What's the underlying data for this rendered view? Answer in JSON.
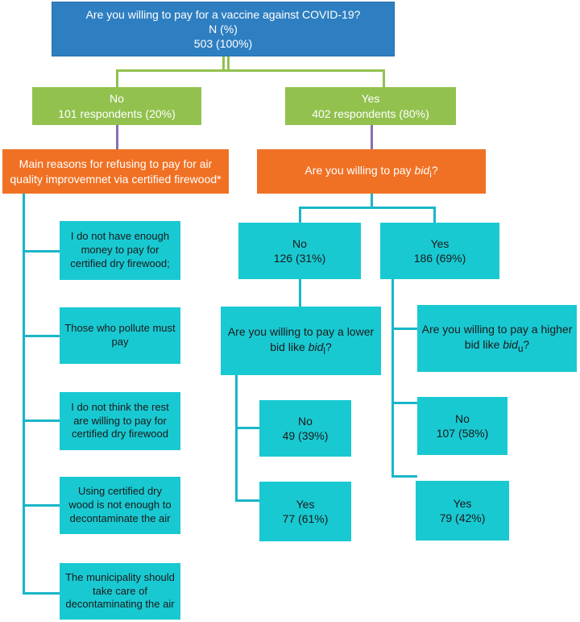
{
  "root": {
    "question": "Are you willing to pay for a vaccine against COVID-19?",
    "unit": "N (%)",
    "total": "503 (100%)"
  },
  "first_level": {
    "no": {
      "label": "No",
      "count": "101 respondents (20%)"
    },
    "yes": {
      "label": "Yes",
      "count": "402 respondents (80%)"
    }
  },
  "reasons": {
    "title_line1": "Main reasons for refusing to pay for air",
    "title_line2": "quality improvemnet via certified firewood*",
    "items": [
      "I do not have enough money to pay for certified dry firewood;",
      "Those who pollute must pay",
      "I do not think the rest are willing to pay for certified dry firewood",
      "Using certified dry wood is not enough to decontaminate the air",
      "The municipality should take care of decontaminating the air"
    ]
  },
  "bid_question": {
    "prefix": "Are you willing to pay ",
    "bid": "bid",
    "sub": "i",
    "suffix": "?"
  },
  "second_level": {
    "no": {
      "label": "No",
      "count": "126 (31%)"
    },
    "yes": {
      "label": "Yes",
      "count": "186 (69%)"
    }
  },
  "lower_question": {
    "line1": "Are you willing to pay a lower",
    "prefix": "bid like ",
    "bid": "bid",
    "sub": "l",
    "suffix": "?"
  },
  "higher_question": {
    "line1": "Are you willing to pay a higher",
    "prefix": "bid like ",
    "bid": "bid",
    "sub": "u",
    "suffix": "?"
  },
  "lower_answers": {
    "no": {
      "label": "No",
      "count": "49 (39%)"
    },
    "yes": {
      "label": "Yes",
      "count": "77 (61%)"
    }
  },
  "higher_answers": {
    "no": {
      "label": "No",
      "count": "107 (58%)"
    },
    "yes": {
      "label": "Yes",
      "count": "79 (42%)"
    }
  },
  "colors": {
    "root": "#2e7fc1",
    "answer": "#92c14e",
    "question": "#f07124",
    "leaf": "#19c9d2",
    "connector_green": "#92c14e",
    "connector_purple": "#8c6db4",
    "connector_teal": "#19b6c8"
  }
}
